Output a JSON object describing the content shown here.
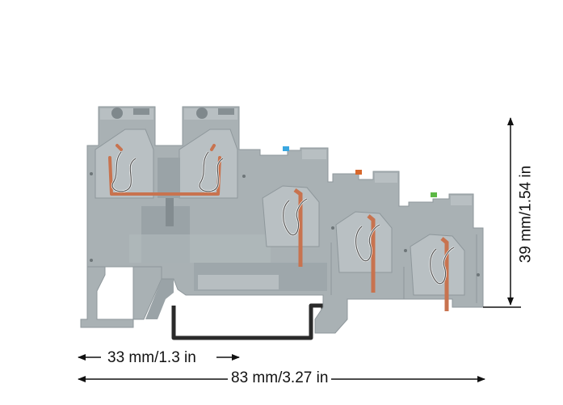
{
  "dimensions": {
    "width_label": "33 mm/1.3 in",
    "length_label": "83 mm/3.27 in",
    "height_label": "39 mm/1.54 in"
  },
  "colors": {
    "housing": "#a9b1b4",
    "housing_dark": "#8e979b",
    "housing_light": "#c4cacc",
    "copper": "#c8734f",
    "marker_blue": "#3aa7e0",
    "marker_orange": "#d8682c",
    "marker_green": "#5cb844",
    "dim_line": "#111111"
  },
  "icons": {
    "arrow": "triangle-arrowhead",
    "clamp": "cage-clamp-spring"
  }
}
